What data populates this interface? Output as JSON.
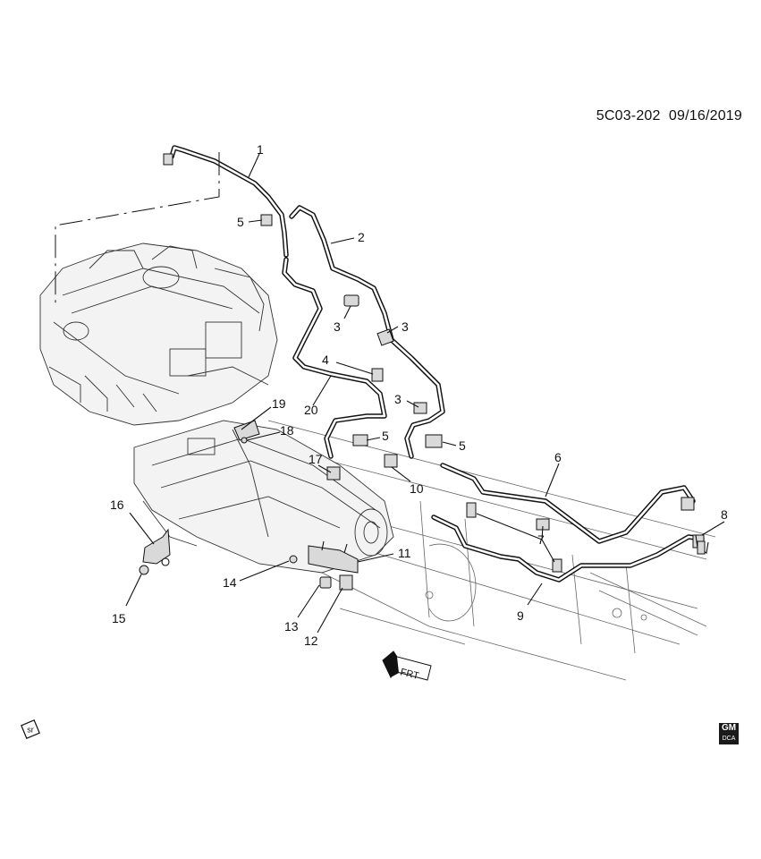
{
  "document": {
    "diagram_id": "5C03-202",
    "date": "09/16/2019"
  },
  "callouts": {
    "c1": "1",
    "c2": "2",
    "c3a": "3",
    "c3b": "3",
    "c3c": "3",
    "c4": "4",
    "c5a": "5",
    "c5b": "5",
    "c5c": "5",
    "c6": "6",
    "c7": "7",
    "c8": "8",
    "c9": "9",
    "c10": "10",
    "c11": "11",
    "c12": "12",
    "c13": "13",
    "c14": "14",
    "c15": "15",
    "c16": "16",
    "c17": "17",
    "c18": "18",
    "c19": "19",
    "c20": "20"
  },
  "badges": {
    "sr": "sr",
    "gm_top": "GM",
    "gm_bottom": "DCA"
  },
  "direction_arrow": {
    "label": "FRT"
  }
}
